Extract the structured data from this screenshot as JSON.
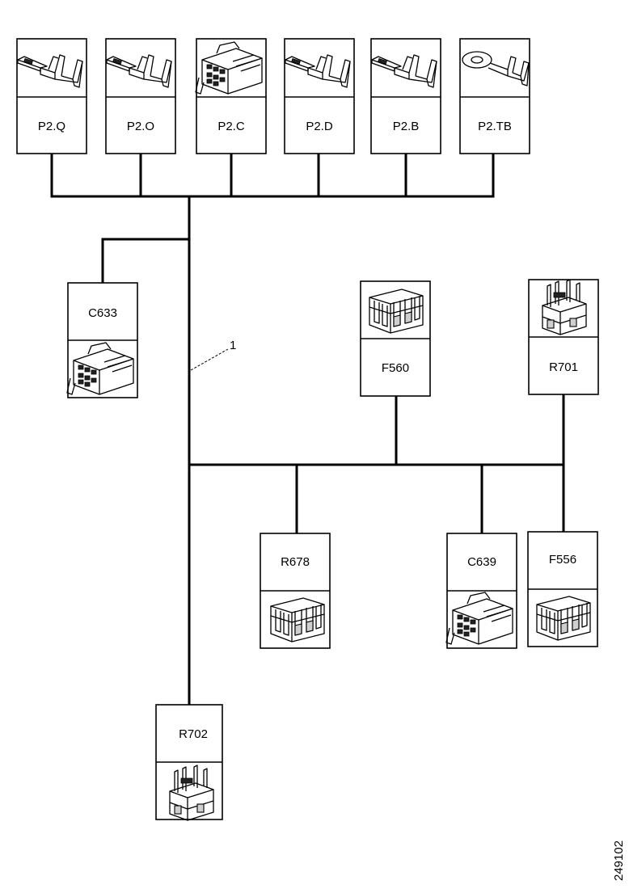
{
  "diagram": {
    "top_connectors": [
      {
        "id": "P2.Q",
        "picture": "flat-blade-terminal"
      },
      {
        "id": "P2.O",
        "picture": "flat-blade-terminal"
      },
      {
        "id": "P2.C",
        "picture": "multi-pin-connector-housing"
      },
      {
        "id": "P2.D",
        "picture": "flat-blade-terminal"
      },
      {
        "id": "P2.B",
        "picture": "flat-blade-terminal"
      },
      {
        "id": "P2.TB",
        "picture": "ring-terminal"
      }
    ],
    "c633": {
      "id": "C633",
      "picture": "multi-pin-connector-housing"
    },
    "f560": {
      "id": "F560",
      "picture": "fuse-holder"
    },
    "r701": {
      "id": "R701",
      "picture": "relay-socket"
    },
    "r678": {
      "id": "R678",
      "picture": "fuse-holder"
    },
    "c639": {
      "id": "C639",
      "picture": "multi-pin-connector-housing"
    },
    "f556": {
      "id": "F556",
      "picture": "fuse-holder"
    },
    "r702": {
      "id": "R702",
      "picture": "relay-socket"
    },
    "harness_callout": "1",
    "figure_number": "249102"
  }
}
